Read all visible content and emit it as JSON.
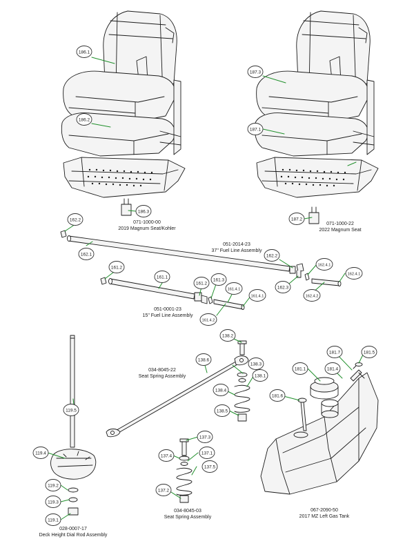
{
  "colors": {
    "line": "#1a1a1a",
    "leader": "#1f8f2a",
    "bubble_stroke": "#333333",
    "bubble_fill": "#ffffff",
    "seat_fill": "#f4f4f4",
    "background": "#ffffff"
  },
  "callouts": [
    {
      "id": "c-186-1",
      "label": "186.1"
    },
    {
      "id": "c-186-2",
      "label": "186.2"
    },
    {
      "id": "c-186-3",
      "label": "186.3"
    },
    {
      "id": "c-187-3",
      "label": "187.3"
    },
    {
      "id": "c-187-1",
      "label": "187.1"
    },
    {
      "id": "c-187-2",
      "label": "187.2"
    },
    {
      "id": "c-162-2",
      "label": "162.2"
    },
    {
      "id": "c-162-1",
      "label": "162.1"
    },
    {
      "id": "c-162-2b",
      "label": "162.2"
    },
    {
      "id": "c-162-3",
      "label": "162.3"
    },
    {
      "id": "c-162-4-1a",
      "label": "162.4.1"
    },
    {
      "id": "c-162-4-1b",
      "label": "162.4.1"
    },
    {
      "id": "c-162-4-2",
      "label": "162.4.2"
    },
    {
      "id": "c-161-2a",
      "label": "161.2"
    },
    {
      "id": "c-161-1",
      "label": "161.1"
    },
    {
      "id": "c-161-2b",
      "label": "161.2"
    },
    {
      "id": "c-161-3",
      "label": "161.3"
    },
    {
      "id": "c-161-4-1a",
      "label": "161.4.1"
    },
    {
      "id": "c-161-4-1b",
      "label": "161.4.1"
    },
    {
      "id": "c-161-4-2",
      "label": "161.4.2"
    },
    {
      "id": "c-138-2",
      "label": "138.2"
    },
    {
      "id": "c-138-6",
      "label": "138.6"
    },
    {
      "id": "c-138-3",
      "label": "138.3"
    },
    {
      "id": "c-138-1",
      "label": "138.1"
    },
    {
      "id": "c-138-4",
      "label": "138.4"
    },
    {
      "id": "c-138-5",
      "label": "138.5"
    },
    {
      "id": "c-181-7",
      "label": "181.7"
    },
    {
      "id": "c-181-5",
      "label": "181.5"
    },
    {
      "id": "c-181-1",
      "label": "181.1"
    },
    {
      "id": "c-181-4",
      "label": "181.4"
    },
    {
      "id": "c-181-6",
      "label": "181.6"
    },
    {
      "id": "c-119-5",
      "label": "119.5"
    },
    {
      "id": "c-119-4",
      "label": "119.4"
    },
    {
      "id": "c-119-2",
      "label": "119.2"
    },
    {
      "id": "c-119-3",
      "label": "119.3"
    },
    {
      "id": "c-119-1",
      "label": "119.1"
    },
    {
      "id": "c-137-3",
      "label": "137.3"
    },
    {
      "id": "c-137-4",
      "label": "137.4"
    },
    {
      "id": "c-137-1",
      "label": "137.1"
    },
    {
      "id": "c-137-5",
      "label": "137.5"
    },
    {
      "id": "c-137-2",
      "label": "137.2"
    }
  ],
  "assemblies": {
    "seat_2019": {
      "part": "071-1000-00",
      "name": "2019 Magnum Seat/Kohler"
    },
    "seat_2022": {
      "part": "071-1000-22",
      "name": "2022 Magnum Seat"
    },
    "fuel_37": {
      "part": "051-2014-23",
      "name": "37\" Fuel Line Assembly"
    },
    "fuel_15": {
      "part": "051-0001-23",
      "name": "15\" Fuel Line Assembly"
    },
    "seat_spring_22": {
      "part": "034-8045-22",
      "name": "Seat Spring Assembly"
    },
    "seat_spring_03": {
      "part": "034-8045-03",
      "name": "Seat Spring Assembly"
    },
    "dial_rod": {
      "part": "028-0007-17",
      "name": "Deck Height Dial Rod Assembly"
    },
    "gas_tank": {
      "part": "067-2090-50",
      "name": "2017 MZ Left Gas Tank"
    }
  }
}
